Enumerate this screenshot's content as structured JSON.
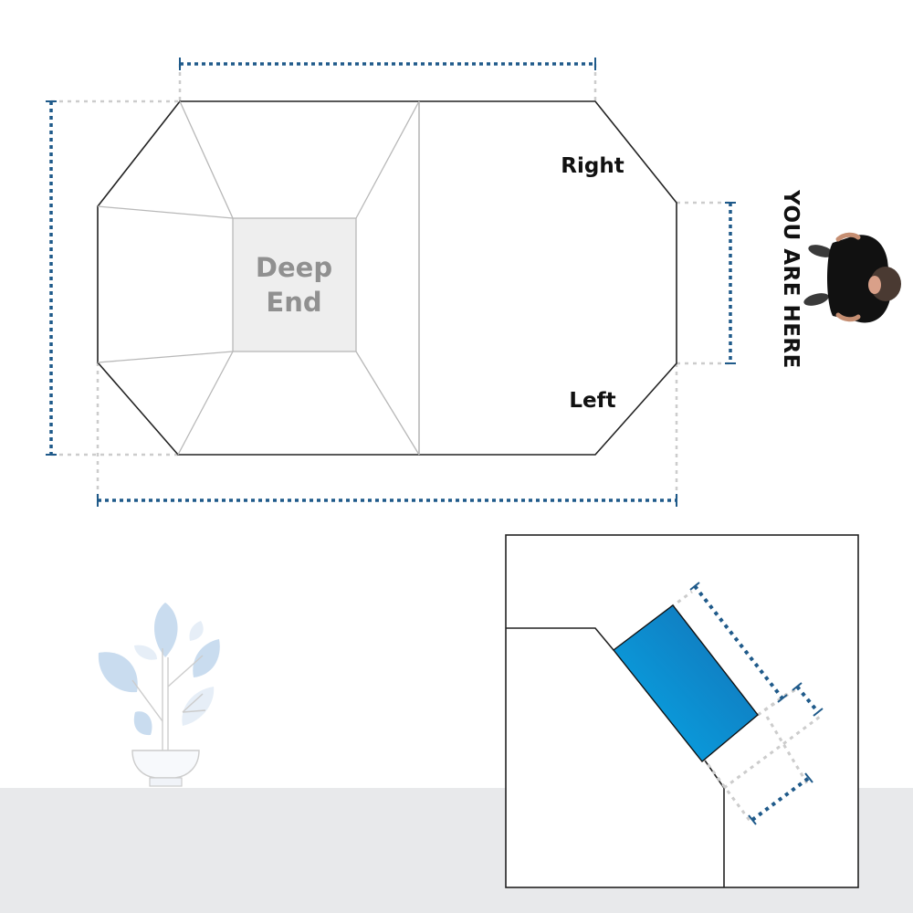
{
  "diagram": {
    "title": "Pool layout orientation diagram",
    "pool_plan": {
      "deep_end_label_line1": "Deep",
      "deep_end_label_line2": "End",
      "right_label": "Right",
      "left_label": "Left"
    },
    "viewer_marker": {
      "label": "YOU ARE HERE",
      "icon": "person-top-view-icon"
    },
    "inset": {
      "description": "Corner detail with step/seat dimensions",
      "step_color": "#1a8fd6"
    },
    "decoration": {
      "icon": "potted-plant-icon"
    },
    "colors": {
      "dimension_line": "#1f5a8a",
      "extension_line": "#cccccc",
      "outline": "#222222",
      "inner_lines": "#b8b8b8",
      "deep_end_fill": "#eeeeee",
      "deep_end_text": "#909090",
      "floor": "#e8e9eb",
      "plant_leaf": "#c9dcef"
    }
  }
}
